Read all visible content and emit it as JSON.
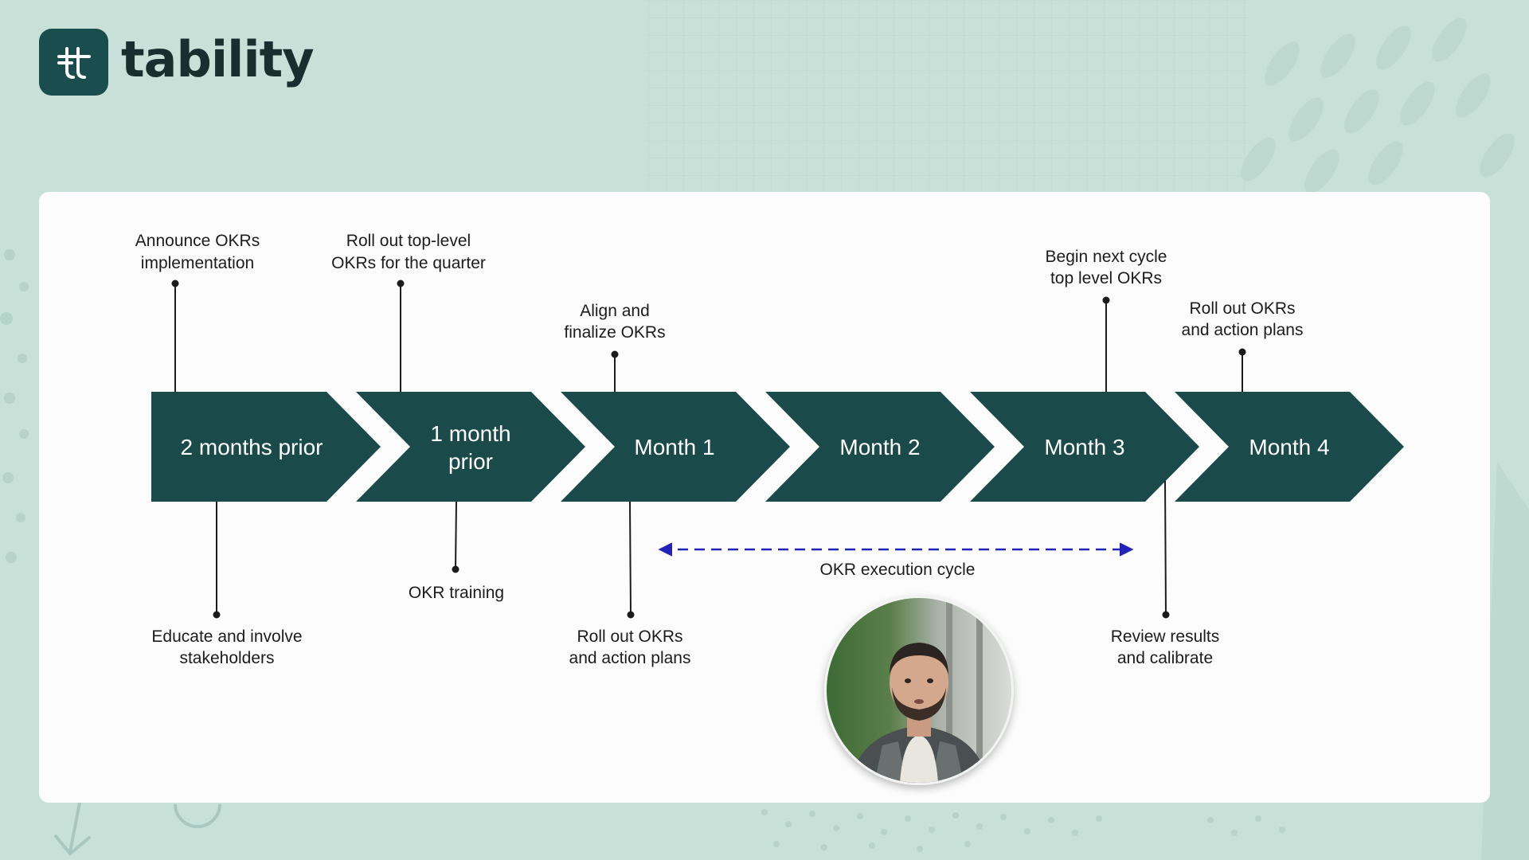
{
  "brand": {
    "name": "tability",
    "color": "#1a4d4d"
  },
  "diagram": {
    "phases": [
      "2 months prior",
      "1 month prior",
      "Month 1",
      "Month 2",
      "Month 3",
      "Month 4"
    ],
    "top_labels": [
      {
        "line1": "Announce OKRs",
        "line2": "implementation"
      },
      {
        "line1": "Roll out top-level",
        "line2": "OKRs for the quarter"
      },
      {
        "line1": "Align and",
        "line2": "finalize OKRs"
      },
      {
        "line1": "Begin next cycle",
        "line2": "top level OKRs"
      },
      {
        "line1": "Roll out OKRs",
        "line2": "and action plans"
      }
    ],
    "bottom_labels": [
      {
        "line1": "Educate and involve",
        "line2": "stakeholders"
      },
      {
        "line1": "OKR training",
        "line2": ""
      },
      {
        "line1": "Roll out OKRs",
        "line2": "and action plans"
      },
      {
        "line1": "Review results",
        "line2": "and calibrate"
      }
    ],
    "cycle_label": "OKR execution cycle",
    "colors": {
      "chevron": "#1b4a4a",
      "cycle_arrow": "#2222bb"
    }
  },
  "presenter": {
    "icon": "presenter-video-avatar"
  }
}
